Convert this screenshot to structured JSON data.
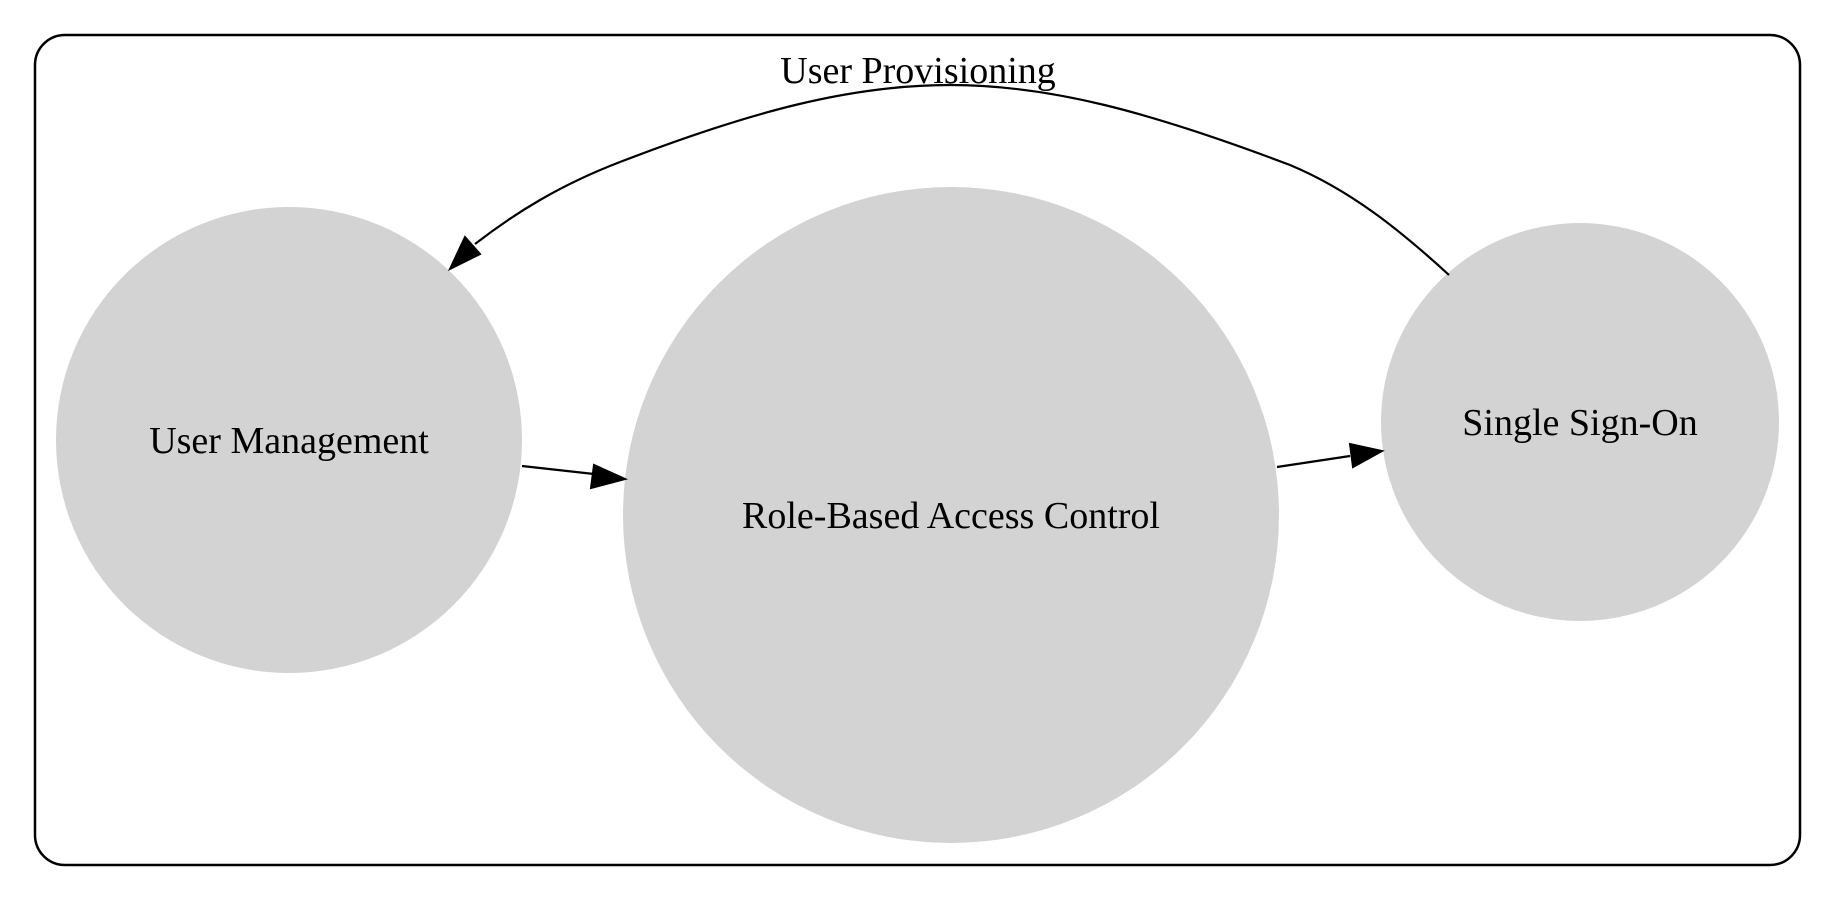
{
  "cluster": {
    "label": "User Provisioning"
  },
  "nodes": {
    "user_management": {
      "label": "User Management"
    },
    "rbac": {
      "label": "Role-Based Access Control"
    },
    "sso": {
      "label": "Single Sign-On"
    }
  },
  "edges": [
    {
      "from": "User Management",
      "to": "Role-Based Access Control"
    },
    {
      "from": "Role-Based Access Control",
      "to": "Single Sign-On"
    },
    {
      "from": "Single Sign-On",
      "to": "User Management"
    }
  ],
  "colors": {
    "node_fill": "#d3d3d3",
    "stroke": "#000000",
    "background": "#ffffff"
  }
}
